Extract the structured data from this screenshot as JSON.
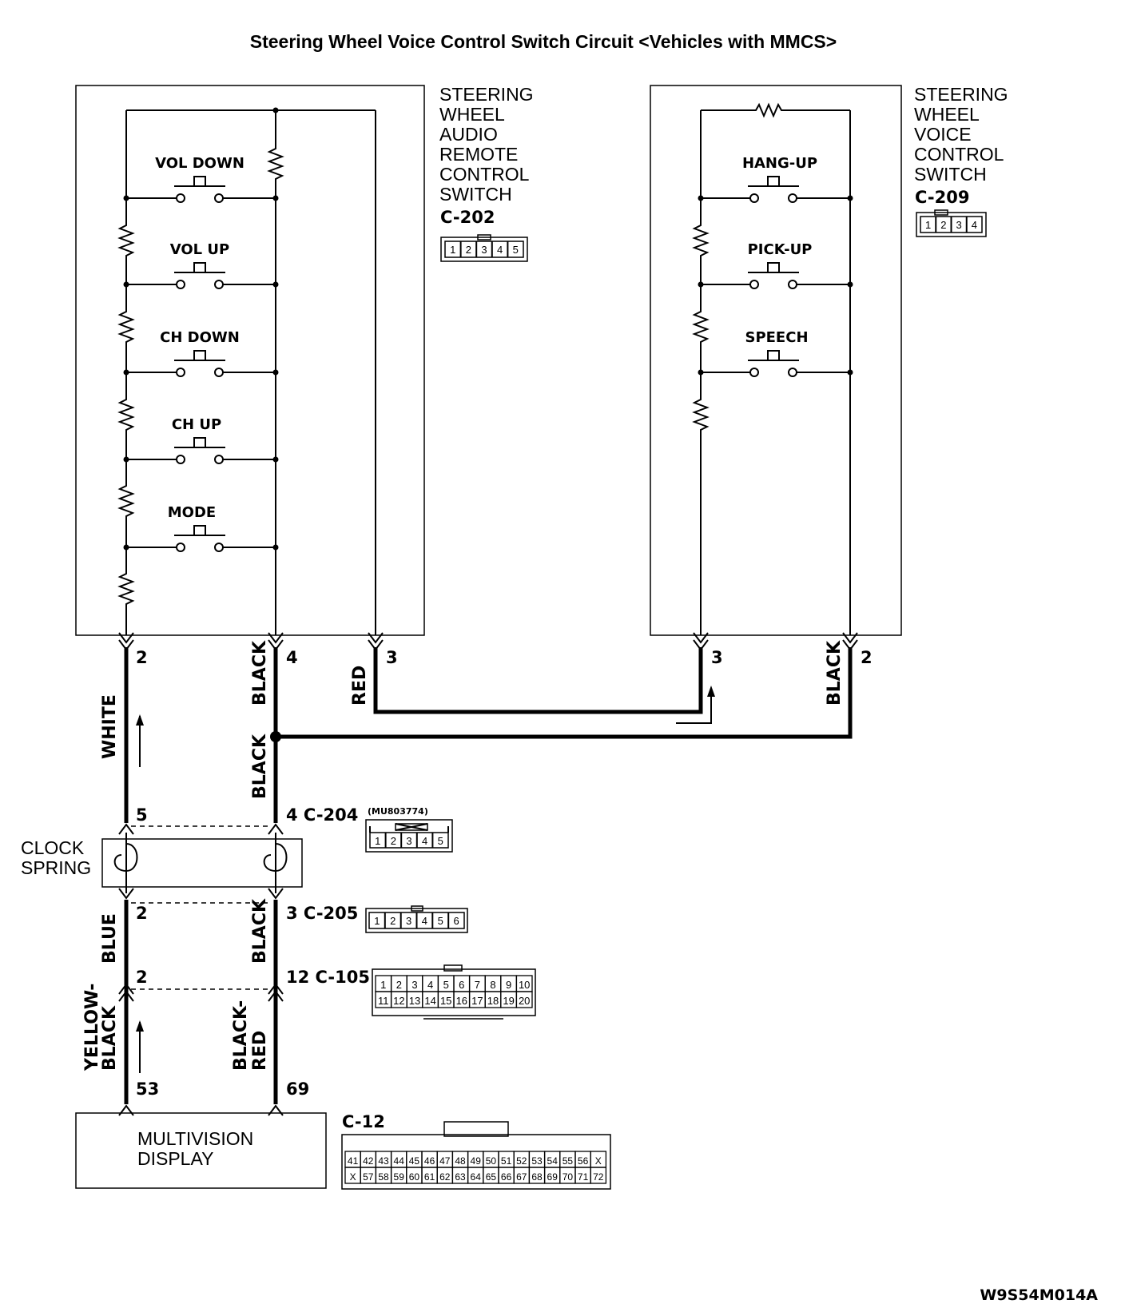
{
  "title": "Steering Wheel Voice Control Switch Circuit <Vehicles with MMCS>",
  "audio_switch": {
    "name_lines": [
      "STEERING",
      "WHEEL",
      "AUDIO",
      "REMOTE",
      "CONTROL",
      "SWITCH"
    ],
    "connector": "C-202",
    "connector_pins": [
      "1",
      "2",
      "3",
      "4",
      "5"
    ],
    "buttons": [
      "VOL DOWN",
      "VOL UP",
      "CH DOWN",
      "CH UP",
      "MODE"
    ],
    "terminals": {
      "left": "2",
      "middle": "4",
      "right": "3"
    }
  },
  "voice_switch": {
    "name_lines": [
      "STEERING",
      "WHEEL",
      "VOICE",
      "CONTROL",
      "SWITCH"
    ],
    "connector": "C-209",
    "connector_pins": [
      "1",
      "2",
      "3",
      "4"
    ],
    "buttons": [
      "HANG-UP",
      "PICK-UP",
      "SPEECH"
    ],
    "terminals": {
      "left": "3",
      "right": "2"
    }
  },
  "wires": {
    "white": "WHITE",
    "black_top": "BLACK",
    "red": "RED",
    "black_right": "BLACK",
    "black_mid": "BLACK",
    "blue": "BLUE",
    "black_lower": "BLACK",
    "yellow_black_1": "YELLOW-",
    "yellow_black_2": "BLACK",
    "black_red_1": "BLACK-",
    "black_red_2": "RED"
  },
  "clock_spring": {
    "name_lines": [
      "CLOCK",
      "SPRING"
    ],
    "top_left_pin": "5",
    "top_right_label": "4 C-204",
    "part_number": "(MU803774)",
    "c204_pins": [
      "1",
      "2",
      "3",
      "4",
      "5"
    ],
    "bottom_left_pin": "2",
    "bottom_right_label": "3 C-205",
    "c205_pins": [
      "1",
      "2",
      "3",
      "4",
      "5",
      "6"
    ]
  },
  "c105": {
    "left_pin": "2",
    "right_label": "12 C-105",
    "row1": [
      "1",
      "2",
      "3",
      "4",
      "5",
      "6",
      "7",
      "8",
      "9",
      "10"
    ],
    "row2": [
      "11",
      "12",
      "13",
      "14",
      "15",
      "16",
      "17",
      "18",
      "19",
      "20"
    ]
  },
  "multivision": {
    "name_lines": [
      "MULTIVISION",
      "DISPLAY"
    ],
    "left_pin": "53",
    "right_pin": "69",
    "connector": "C-12",
    "row1": [
      "41",
      "42",
      "43",
      "44",
      "45",
      "46",
      "47",
      "48",
      "49",
      "50",
      "51",
      "52",
      "53",
      "54",
      "55",
      "56",
      "X"
    ],
    "row2": [
      "X",
      "57",
      "58",
      "59",
      "60",
      "61",
      "62",
      "63",
      "64",
      "65",
      "66",
      "67",
      "68",
      "69",
      "70",
      "71",
      "72"
    ]
  },
  "figure_code": "W9S54M014A"
}
